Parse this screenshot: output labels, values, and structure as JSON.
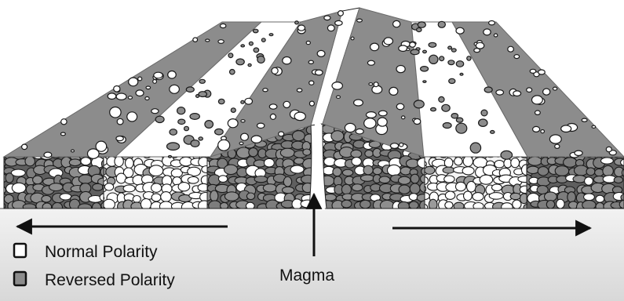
{
  "legend": {
    "normal_label": "Normal Polarity",
    "reversed_label": "Reversed Polarity"
  },
  "magma_label": "Magma",
  "colors": {
    "normal": "#ffffff",
    "reversed": "#8c8c8c",
    "outline": "#1a1a1a",
    "base": "#e8e8e8"
  },
  "stripes": {
    "left": [
      "reversed",
      "normal",
      "reversed"
    ],
    "right": [
      "reversed",
      "normal",
      "reversed"
    ]
  },
  "arrows": {
    "left": "spreading-left",
    "center": "magma-upwelling",
    "right": "spreading-right"
  }
}
